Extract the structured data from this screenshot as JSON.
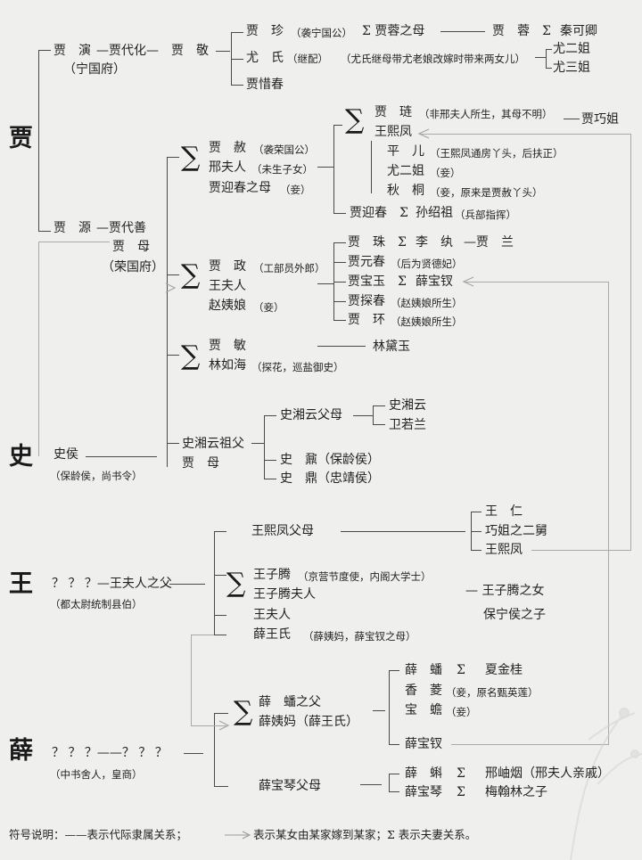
{
  "surnames": {
    "jia": "贾",
    "shi": "史",
    "wang": "王",
    "xue": "薛"
  },
  "sig": "∑",
  "jia": {
    "ning": {
      "jia_yan": "贾　演",
      "dai_hua": "—贾代化—",
      "jia_jing": "贾　敬",
      "label": "（宁国府）",
      "jia_zhen": "贾　珍",
      "jia_zhen_note": "（袭宁国公）",
      "jia_rong_mother": "Σ 贾蓉之母",
      "jia_rong": "贾　蓉",
      "sigma_qin": "Σ",
      "qin_keqing": "秦可卿",
      "you_shi": "尤　氏",
      "you_shi_note": "（继配）",
      "you_note2": "（尤氏继母带尤老娘改嫁时带来两女儿）",
      "you_er": "尤二姐",
      "you_san": "尤三姐",
      "xichun": "贾惜春"
    },
    "rong": {
      "jia_yuan": "贾　源",
      "dai_shan": "—贾代善",
      "jia_mu": "贾　母",
      "label": "（荣国府）"
    },
    "she": {
      "jia_she": "贾　赦",
      "jia_she_note": "（袭荣国公）",
      "xing": "邢夫人",
      "xing_note": "（未生子女）",
      "yingchun_mother": "贾迎春之母",
      "concubine": "（妾）",
      "jia_lian": "贾　琏",
      "jia_lian_note": "（非邢夫人所生，其母不明）",
      "qiaojie": "贾巧姐",
      "wang_xifeng": "王熙凤",
      "ping_er": "平　儿",
      "ping_er_note": "（王熙凤通房丫头，后扶正）",
      "you_er_2": "尤二姐",
      "you_er_2_note": "（妾）",
      "qiu_tong": "秋　桐",
      "qiu_tong_note": "（妾，原来是贾赦丫头）",
      "yingchun": "贾迎春",
      "sigma_sun": "Σ",
      "sun_shaozu": "孙绍祖",
      "sun_note": "（兵部指挥）"
    },
    "zheng": {
      "jia_zheng": "贾　政",
      "jia_zheng_note": "（工部员外郎）",
      "wang_furen": "王夫人",
      "zhao": "赵姨娘",
      "zhao_note": "（妾）",
      "jia_zhu": "贾　珠",
      "sigma_li": "Σ",
      "li_wan": "李　纨",
      "jia_lan": "—贾　兰",
      "yuanchun": "贾元春",
      "yuanchun_note": "（后为贤德妃）",
      "baoyu": "贾宝玉",
      "sigma_bao": "Σ",
      "baochai": "薛宝钗",
      "tanchun": "贾探春",
      "tanchun_note": "（赵姨娘所生）",
      "jia_huan": "贾　环",
      "jia_huan_note": "（赵姨娘所生）"
    },
    "min": {
      "jia_min": "贾　敏",
      "lin_ruhai": "林如海",
      "lin_note": "（探花，巡盐御史）",
      "daiyu": "林黛玉"
    }
  },
  "shi": {
    "shi_hou": "史侯",
    "shi_hou_note": "（保龄侯，尚书令）",
    "xiangyun_grandfather": "史湘云祖父",
    "jia_mu": "贾　母",
    "xiangyun_parents": "史湘云父母",
    "xiangyun": "史湘云",
    "wei_ruolan": "卫若兰",
    "shi_nai": "史　鼐",
    "shi_nai_note": "（保龄侯）",
    "shi_ding": "史　鼎",
    "shi_ding_note": "（忠靖侯）"
  },
  "wang": {
    "ancestor": "？ ？ ？—王夫人之父",
    "ancestor_note": "（都太尉统制县伯）",
    "xifeng_parents": "王熙凤父母",
    "wang_ren": "王　仁",
    "qiaojie_uncle": "巧姐之二舅",
    "wang_xifeng": "王熙凤",
    "ziteng": "王子腾",
    "ziteng_note": "（京营节度使，内阁大学士）",
    "ziteng_wife": "王子腾夫人",
    "ziteng_daughter": "— 王子腾之女",
    "baoning_son": "保宁侯之子",
    "wang_furen": "王夫人",
    "xue_wang": "薛王氏",
    "xue_wang_note": "（薛姨妈，薛宝钗之母）"
  },
  "xue": {
    "ancestor": "？ ？ ？——？ ？ ？",
    "ancestor_note": "（中书舍人，皇商）",
    "xue_pan_father": "薛　蟠之父",
    "xue_yima": "薛姨妈（薛王氏）",
    "xue_pan": "薛　蟠",
    "sigma_xia": "Σ",
    "xia_jingui": "夏金桂",
    "xiangling": "香　菱",
    "xiangling_note": "（妾，原名甄英莲）",
    "baochan": "宝　蟾",
    "baochan_note": "（妾）",
    "baochai": "薛宝钗",
    "baoqin_parents": "薛宝琴父母",
    "xue_ke": "薛　蝌",
    "sigma_xing": "Σ",
    "xing_xiuyan": "邢岫烟（邢夫人亲戚）",
    "baoqin": "薛宝琴",
    "sigma_mei": "Σ",
    "mei_son": "梅翰林之子"
  },
  "legend": {
    "p1": "符号说明：——表示代际隶属关系；",
    "p2": "表示某女由某家嫁到某家；Σ 表示夫妻关系。"
  }
}
